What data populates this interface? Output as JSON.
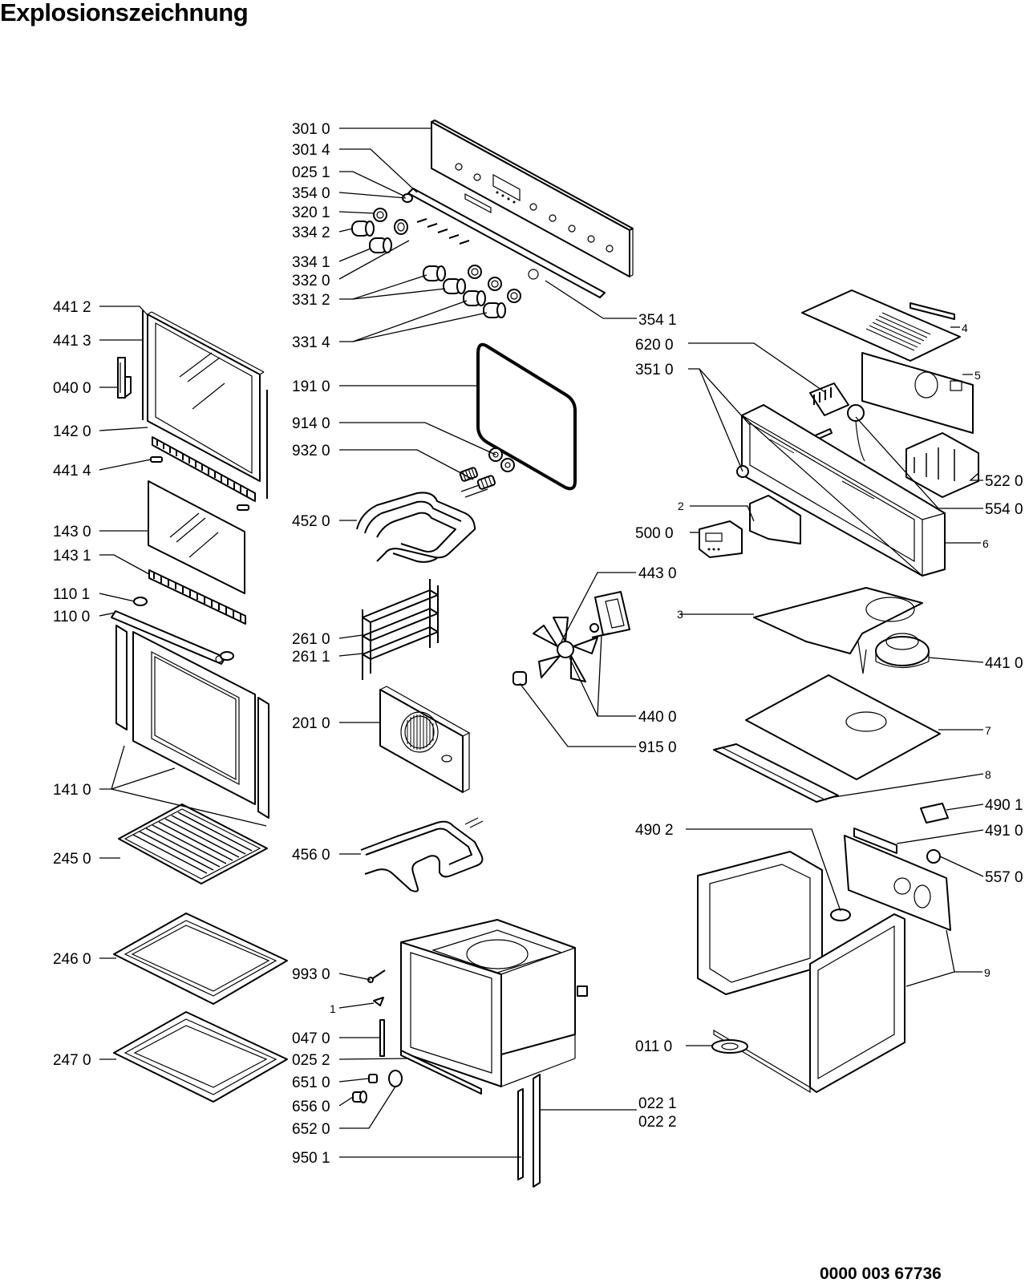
{
  "title": "Explosionszeichnung",
  "document_number": "0000 003 67736",
  "part_labels": [
    {
      "id": "l3010",
      "text": "301 0"
    },
    {
      "id": "l3014",
      "text": "301 4"
    },
    {
      "id": "l0251",
      "text": "025 1"
    },
    {
      "id": "l3540",
      "text": "354 0"
    },
    {
      "id": "l3201",
      "text": "320 1"
    },
    {
      "id": "l3342",
      "text": "334 2"
    },
    {
      "id": "l3341",
      "text": "334 1"
    },
    {
      "id": "l3320",
      "text": "332 0"
    },
    {
      "id": "l3312",
      "text": "331 2"
    },
    {
      "id": "l3314",
      "text": "331 4"
    },
    {
      "id": "l3541",
      "text": "354 1"
    },
    {
      "id": "l6200",
      "text": "620 0"
    },
    {
      "id": "l3510",
      "text": "351 0"
    },
    {
      "id": "l4",
      "text": "4"
    },
    {
      "id": "l5",
      "text": "5"
    },
    {
      "id": "l5220",
      "text": "522 0"
    },
    {
      "id": "l5540",
      "text": "554 0"
    },
    {
      "id": "l2",
      "text": "2"
    },
    {
      "id": "l5000",
      "text": "500 0"
    },
    {
      "id": "l6",
      "text": "6"
    },
    {
      "id": "l4412",
      "text": "441 2"
    },
    {
      "id": "l4413",
      "text": "441 3"
    },
    {
      "id": "l0400",
      "text": "040 0"
    },
    {
      "id": "l1420",
      "text": "142 0"
    },
    {
      "id": "l4414",
      "text": "441 4"
    },
    {
      "id": "l1430",
      "text": "143 0"
    },
    {
      "id": "l1431",
      "text": "143 1"
    },
    {
      "id": "l1101",
      "text": "110 1"
    },
    {
      "id": "l1100",
      "text": "110 0"
    },
    {
      "id": "l1410",
      "text": "141 0"
    },
    {
      "id": "l2450",
      "text": "245 0"
    },
    {
      "id": "l2460",
      "text": "246 0"
    },
    {
      "id": "l2470",
      "text": "247 0"
    },
    {
      "id": "l1910",
      "text": "191 0"
    },
    {
      "id": "l9140",
      "text": "914 0"
    },
    {
      "id": "l9320",
      "text": "932 0"
    },
    {
      "id": "l4520",
      "text": "452 0"
    },
    {
      "id": "l2610",
      "text": "261 0"
    },
    {
      "id": "l2611",
      "text": "261 1"
    },
    {
      "id": "l2010",
      "text": "201 0"
    },
    {
      "id": "l4560",
      "text": "456 0"
    },
    {
      "id": "l9930",
      "text": "993 0"
    },
    {
      "id": "l1",
      "text": "1"
    },
    {
      "id": "l0470",
      "text": "047 0"
    },
    {
      "id": "l0252",
      "text": "025 2"
    },
    {
      "id": "l6510",
      "text": "651 0"
    },
    {
      "id": "l6560",
      "text": "656 0"
    },
    {
      "id": "l6520",
      "text": "652 0"
    },
    {
      "id": "l9501",
      "text": "950 1"
    },
    {
      "id": "l0221",
      "text": "022 1"
    },
    {
      "id": "l0222",
      "text": "022 2"
    },
    {
      "id": "l4430",
      "text": "443 0"
    },
    {
      "id": "l4400",
      "text": "440 0"
    },
    {
      "id": "l9150",
      "text": "915 0"
    },
    {
      "id": "l3",
      "text": "3"
    },
    {
      "id": "l4410",
      "text": "441 0"
    },
    {
      "id": "l7",
      "text": "7"
    },
    {
      "id": "l8",
      "text": "8"
    },
    {
      "id": "l4901",
      "text": "490 1"
    },
    {
      "id": "l4910",
      "text": "491 0"
    },
    {
      "id": "l4902",
      "text": "490 2"
    },
    {
      "id": "l5570",
      "text": "557 0"
    },
    {
      "id": "l9",
      "text": "9"
    },
    {
      "id": "l0110",
      "text": "011 0"
    }
  ]
}
